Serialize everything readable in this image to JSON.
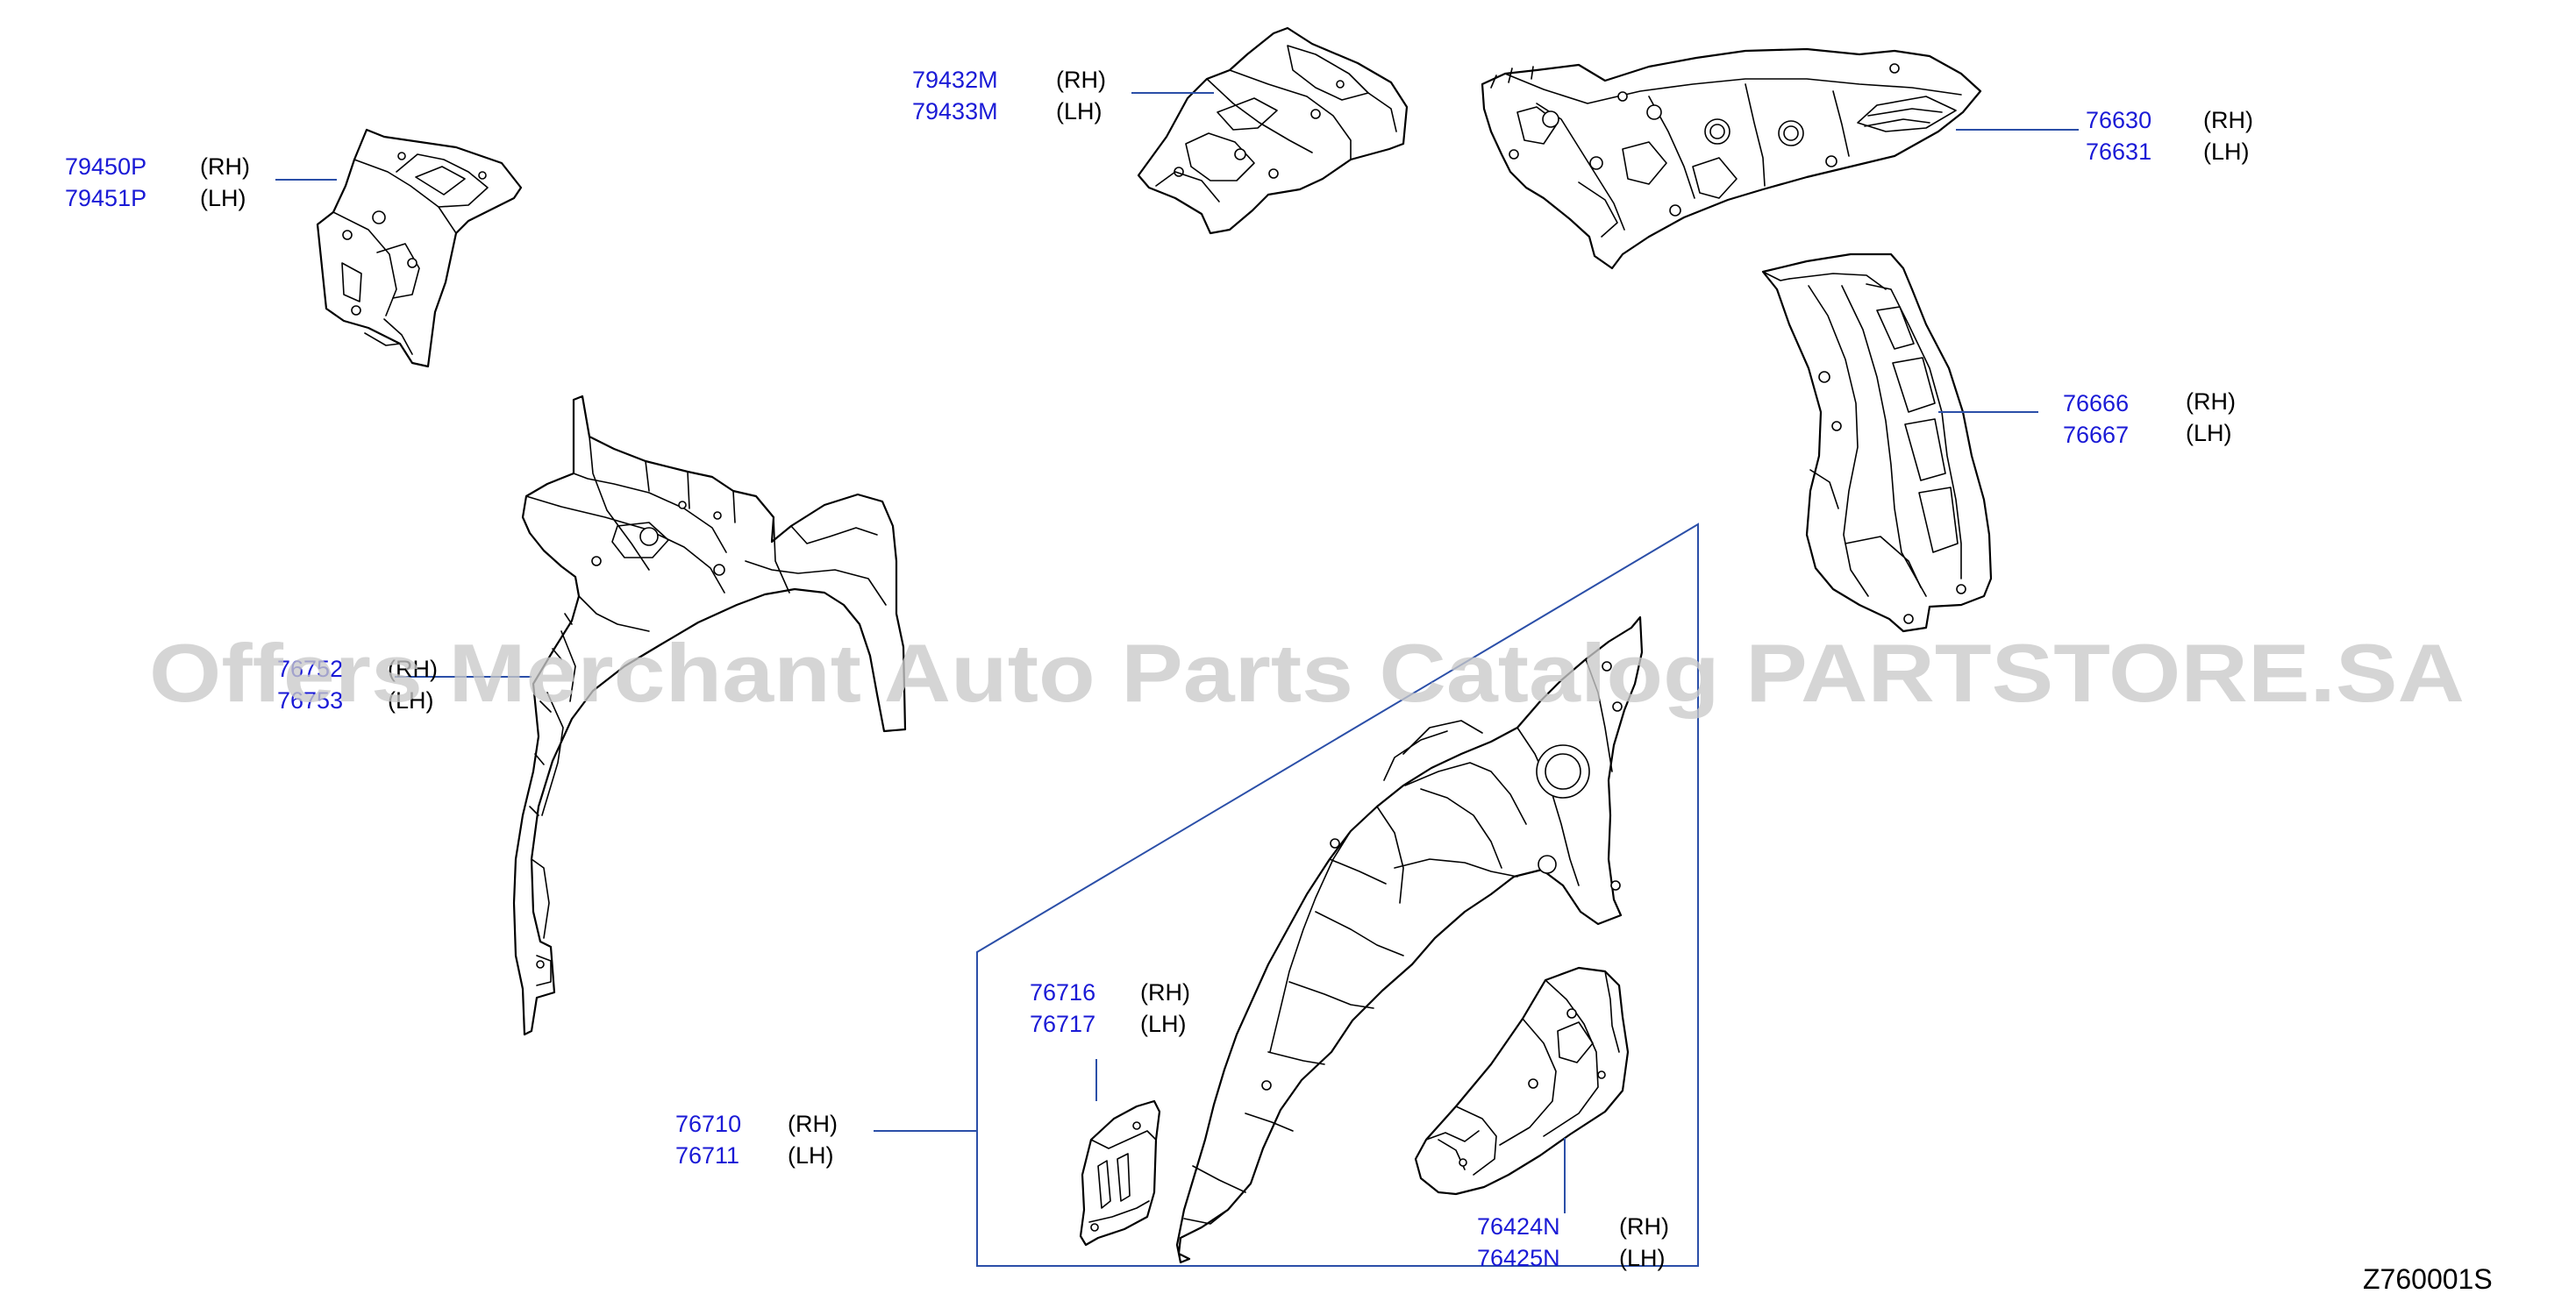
{
  "diagram_code": "Z760001S",
  "watermark": "Offers Merchant Auto Parts Catalog PARTSTORE.SA",
  "colors": {
    "part_number": "#1a1ad6",
    "leader_line": "#2b4fa8",
    "outline": "#000000"
  },
  "callouts": [
    {
      "id": "79450P",
      "rh": "79450P",
      "lh": "79451P",
      "rh_side": "(RH)",
      "lh_side": "(LH)"
    },
    {
      "id": "79432M",
      "rh": "79432M",
      "lh": "79433M",
      "rh_side": "(RH)",
      "lh_side": "(LH)"
    },
    {
      "id": "76630",
      "rh": "76630",
      "lh": "76631",
      "rh_side": "(RH)",
      "lh_side": "(LH)"
    },
    {
      "id": "76666",
      "rh": "76666",
      "lh": "76667",
      "rh_side": "(RH)",
      "lh_side": "(LH)"
    },
    {
      "id": "76752",
      "rh": "76752",
      "lh": "76753",
      "rh_side": "(RH)",
      "lh_side": "(LH)"
    },
    {
      "id": "76716",
      "rh": "76716",
      "lh": "76717",
      "rh_side": "(RH)",
      "lh_side": "(LH)"
    },
    {
      "id": "76710",
      "rh": "76710",
      "lh": "76711",
      "rh_side": "(RH)",
      "lh_side": "(LH)"
    },
    {
      "id": "76424N",
      "rh": "76424N",
      "lh": "76425N",
      "rh_side": "(RH)",
      "lh_side": "(LH)"
    }
  ]
}
